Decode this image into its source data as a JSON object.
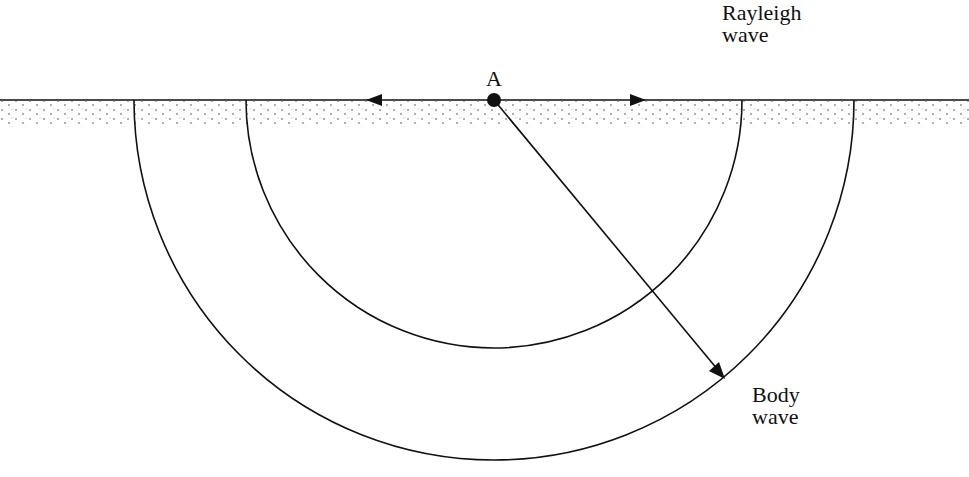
{
  "diagram": {
    "labels": [
      "Rayleigh wave",
      "A",
      "Body wave"
    ]
  }
}
